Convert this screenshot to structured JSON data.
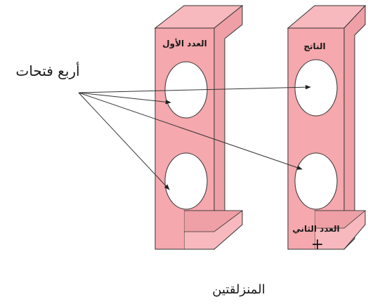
{
  "labels": {
    "four_openings": "أربع فتحات",
    "first_number": "العدد الأول",
    "result": "الناتج",
    "second_number": "العدد الثاني",
    "plus_sign": "+",
    "caption": "المنزلقتين"
  },
  "colors": {
    "panel_face": "#f5a8ad",
    "panel_side": "#f7b9bd",
    "panel_dark": "#ee9aa0",
    "outline": "#333333",
    "hole": "#ffffff",
    "arrow": "#333333"
  }
}
